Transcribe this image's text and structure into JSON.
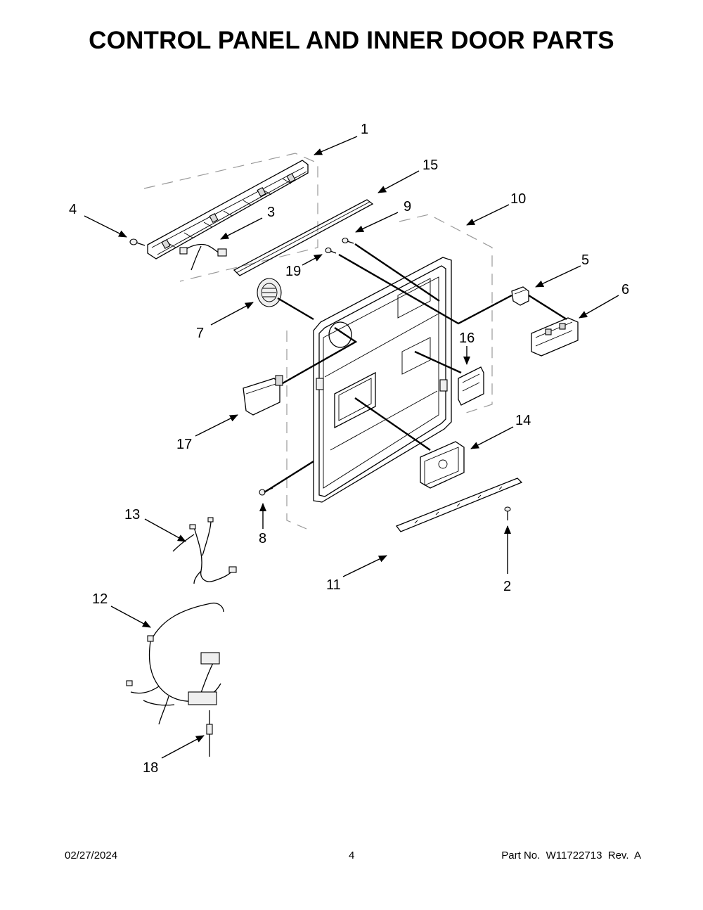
{
  "title": "CONTROL PANEL AND INNER DOOR PARTS",
  "callouts": [
    "1",
    "2",
    "3",
    "4",
    "5",
    "6",
    "7",
    "8",
    "9",
    "10",
    "11",
    "12",
    "13",
    "14",
    "15",
    "16",
    "17",
    "18",
    "19"
  ],
  "footer": {
    "date": "02/27/2024",
    "page": "4",
    "part_number": "Part No.  W11722713  Rev.  A"
  }
}
